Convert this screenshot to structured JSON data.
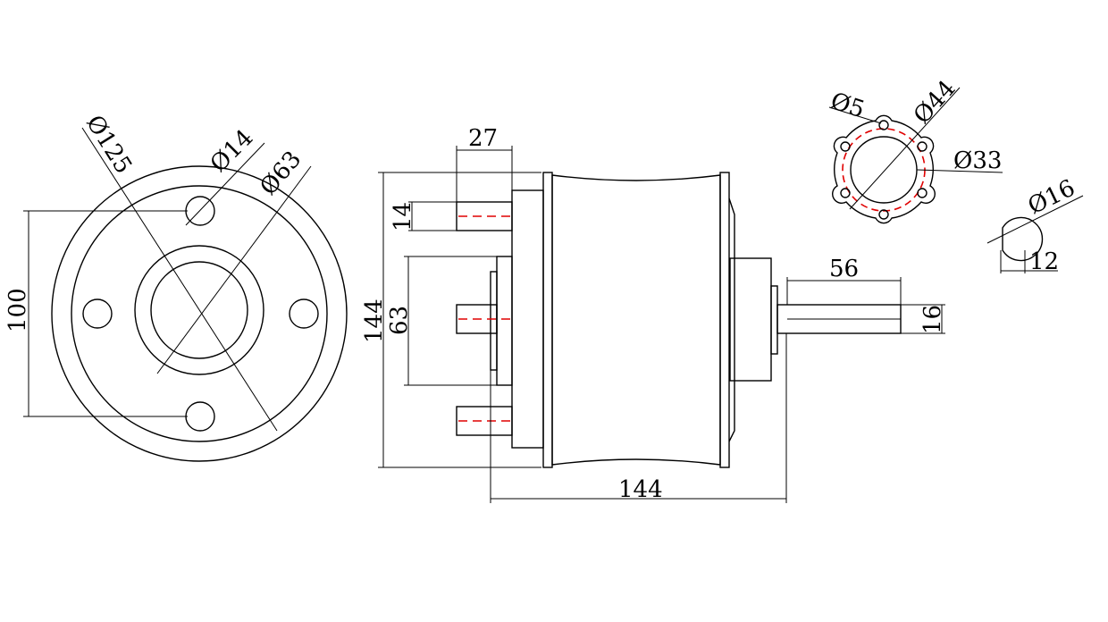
{
  "front_view": {
    "dia_outer": "Ø125",
    "dia_hole": "Ø14",
    "dia_bore": "Ø63",
    "bolt_spacing": "100"
  },
  "side_view": {
    "height_total": "144",
    "height_inner": "63",
    "flange_width": "27",
    "stud_dia": "14",
    "length_total": "144",
    "shaft_length": "56",
    "shaft_dia": "16"
  },
  "detail_flange": {
    "dia_small_hole": "Ø5",
    "dia_pcd": "Ø44",
    "dia_center": "Ø33"
  },
  "detail_shaft": {
    "dia_shaft": "Ø16",
    "flat": "12"
  },
  "colors": {
    "line": "#000000",
    "centerline": "#e00000"
  }
}
